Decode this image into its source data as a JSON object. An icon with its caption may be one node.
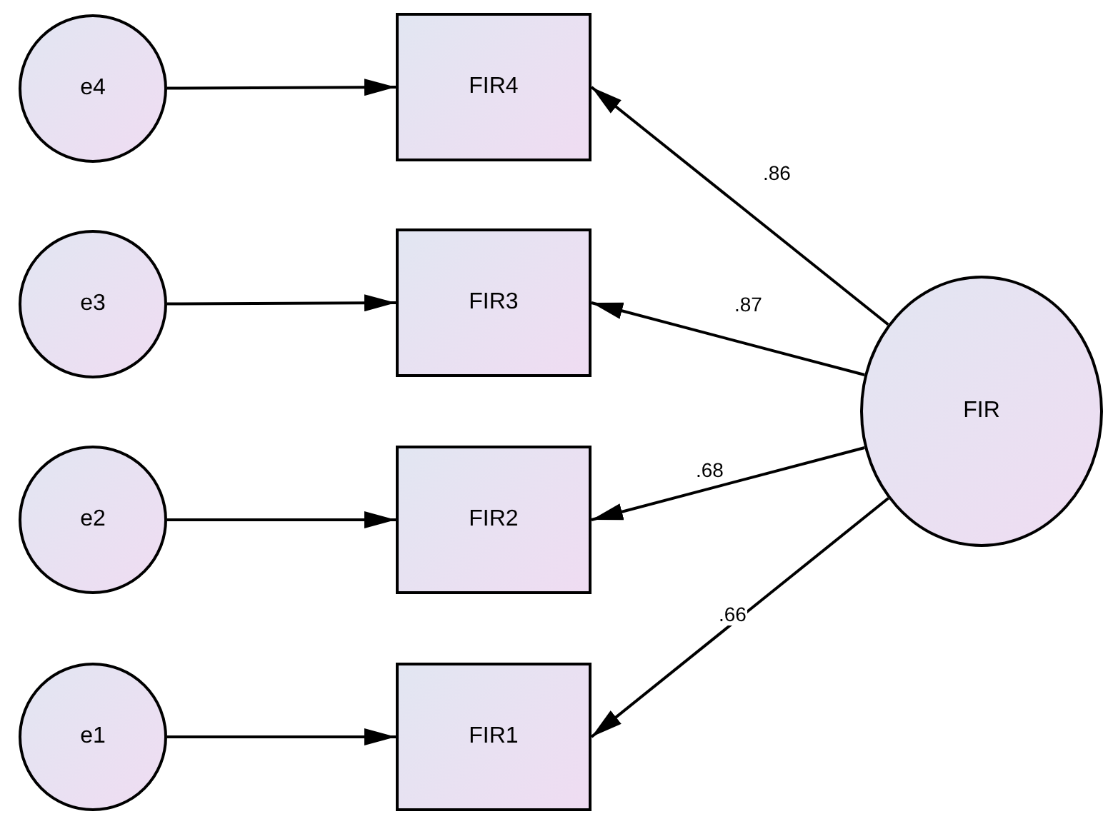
{
  "diagram": {
    "nodes": [
      {
        "text": [
          "e4"
        ]
      },
      {
        "text": [
          "e3"
        ]
      },
      {
        "text": [
          "e2"
        ]
      },
      {
        "text": [
          "e1"
        ]
      },
      {
        "text": [
          "FIR4"
        ]
      },
      {
        "text": [
          "FIR3"
        ]
      },
      {
        "text": [
          "FIR2"
        ]
      },
      {
        "text": [
          "FIR1"
        ]
      },
      {
        "text": [
          "FIR"
        ]
      }
    ],
    "edges": [
      {
        "from": 0,
        "to": 4,
        "arrow": "to"
      },
      {
        "from": 1,
        "to": 5,
        "arrow": "to"
      },
      {
        "from": 2,
        "to": 6,
        "arrow": "to"
      },
      {
        "from": 3,
        "to": 7,
        "arrow": "to"
      },
      {
        "from": 8,
        "to": 4,
        "arrow": "to",
        "label": ".86"
      },
      {
        "from": 8,
        "to": 5,
        "arrow": "to",
        "label": ".87"
      },
      {
        "from": 8,
        "to": 6,
        "arrow": "to",
        "label": ".68"
      },
      {
        "from": 8,
        "to": 7,
        "arrow": "to",
        "label": ".66"
      }
    ]
  }
}
